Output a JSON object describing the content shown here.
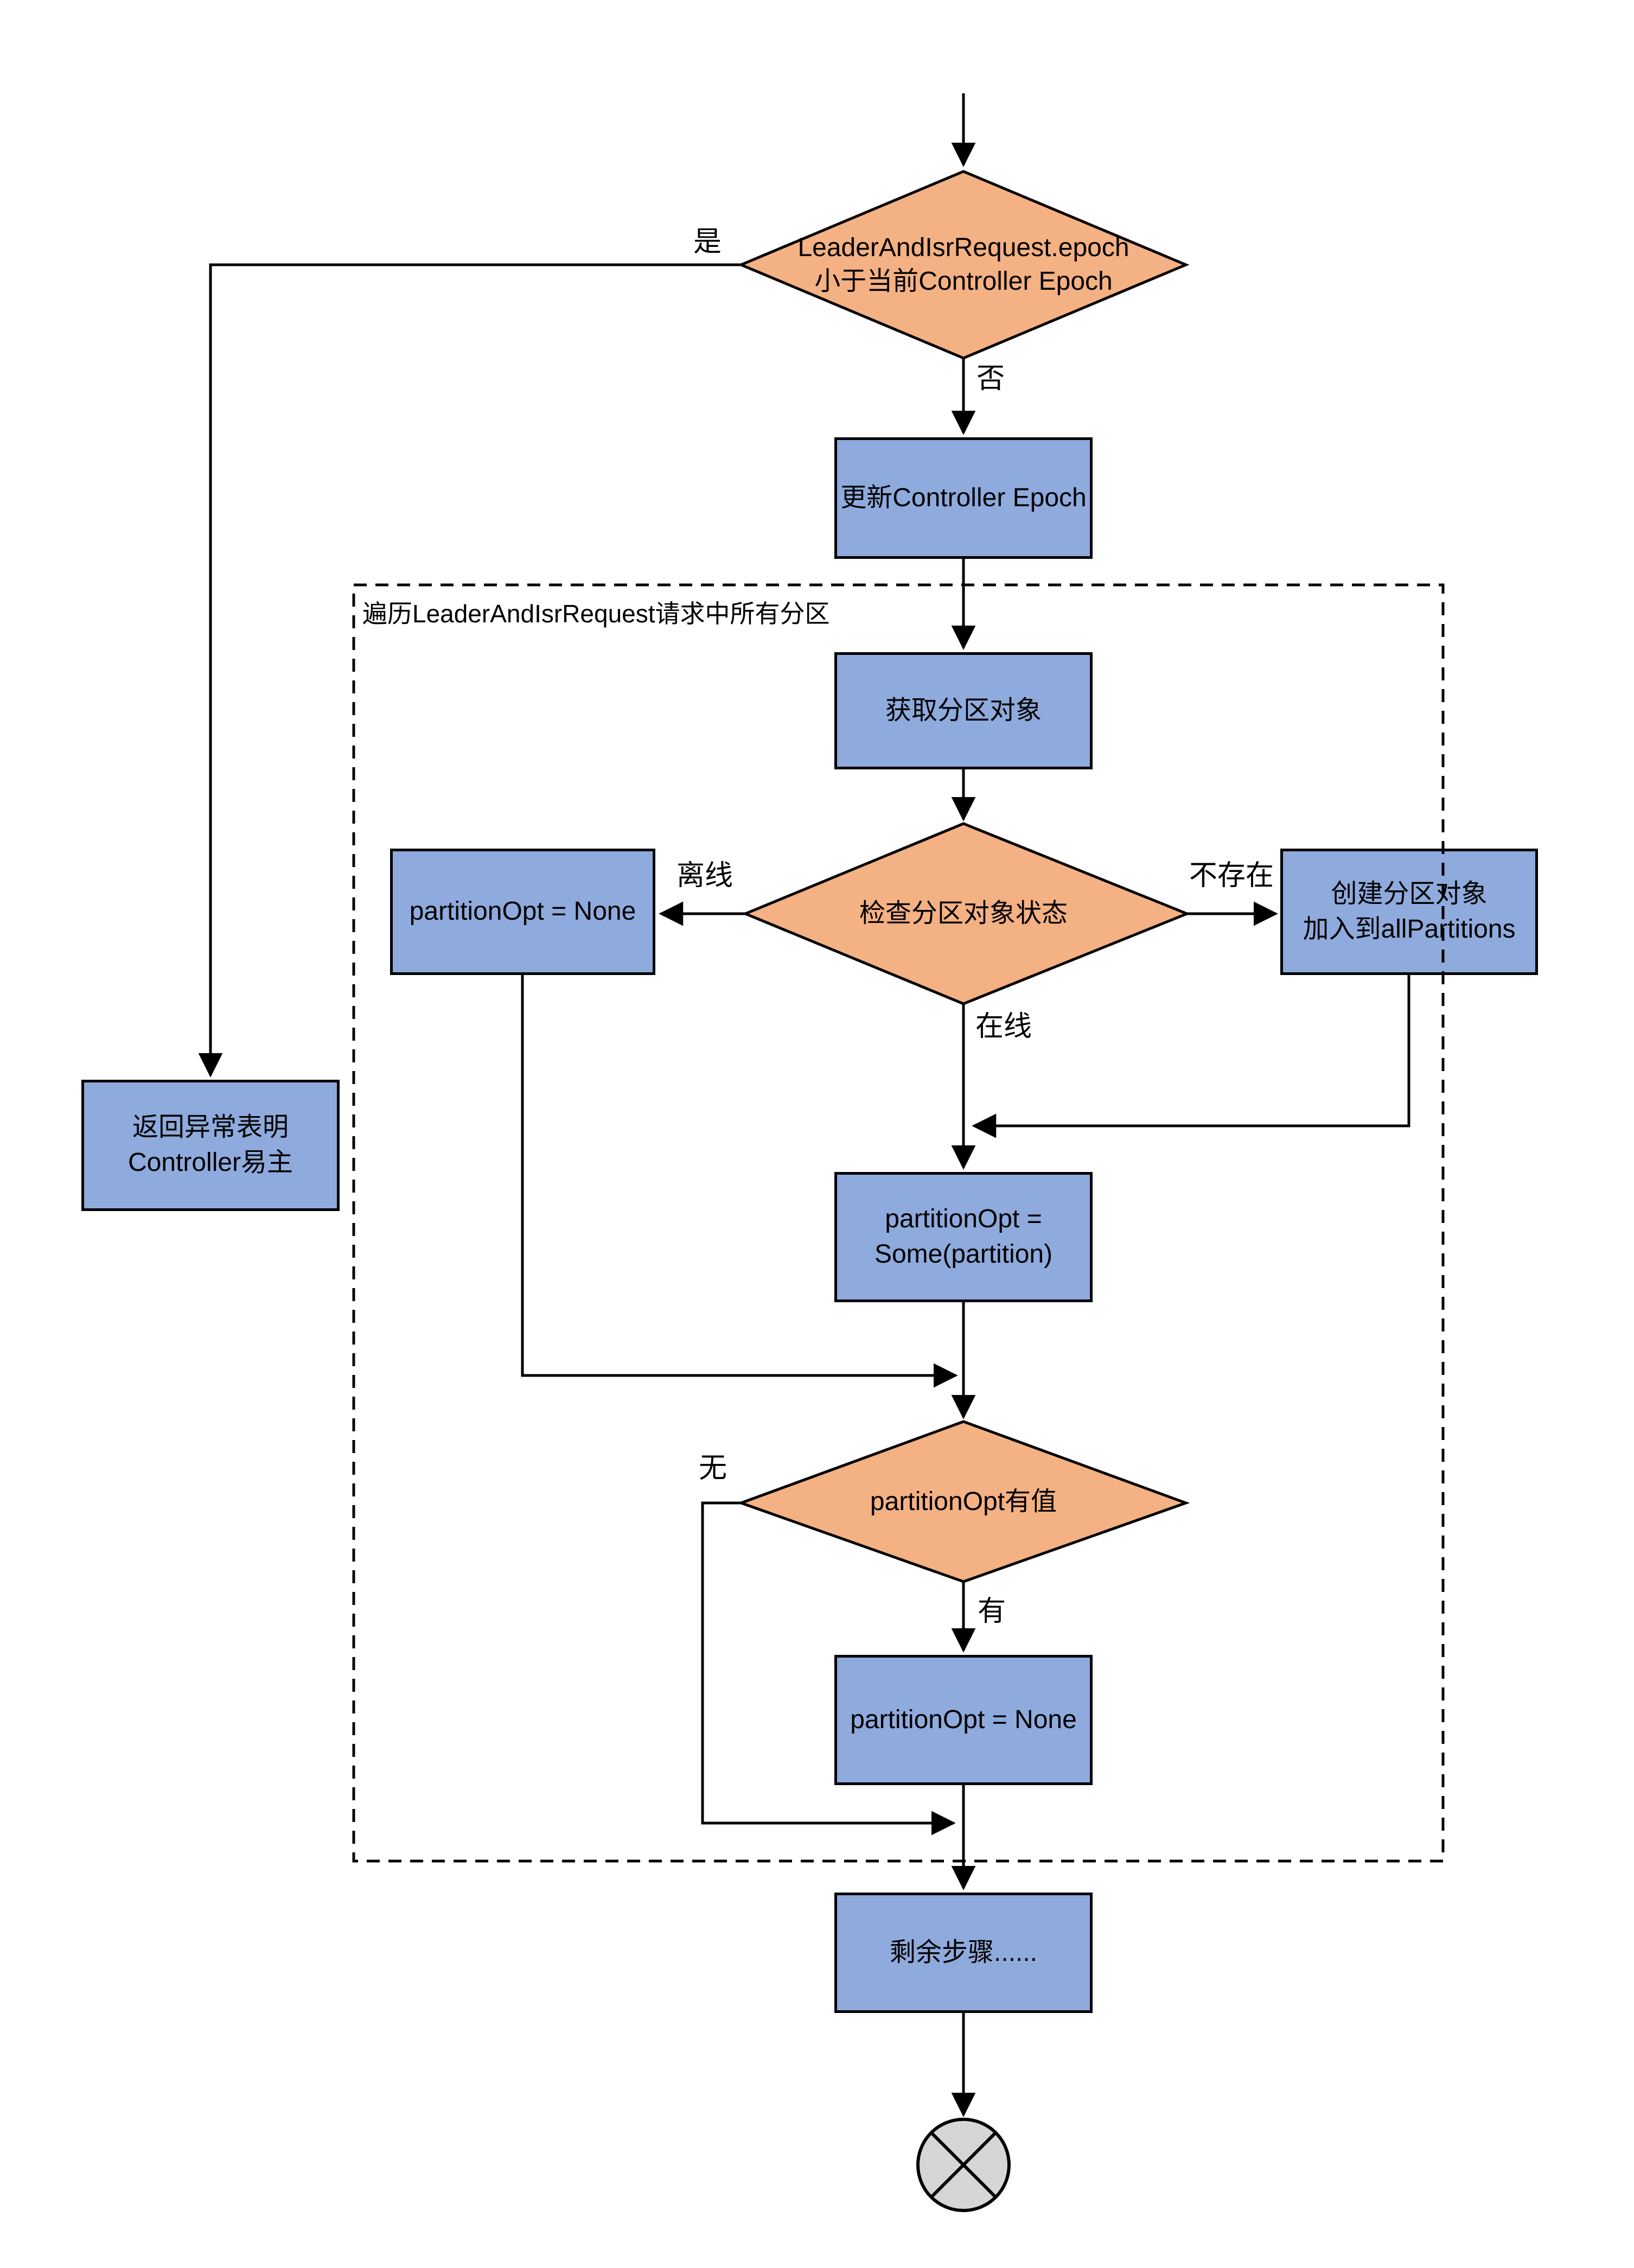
{
  "colors": {
    "decision_fill": "#F4B183",
    "process_fill": "#8FAADC",
    "terminator_fill": "#D6D6D6",
    "stroke": "#000000"
  },
  "nodes": {
    "epoch_check": {
      "type": "decision",
      "label": "LeaderAndIsrRequest.epoch\n小于当前Controller Epoch"
    },
    "update_epoch": {
      "type": "process",
      "label": "更新Controller Epoch"
    },
    "return_exception": {
      "type": "process",
      "label": "返回异常表明\nController易主"
    },
    "loop_container": {
      "type": "container",
      "label": "遍历LeaderAndIsrRequest请求中所有分区"
    },
    "get_partition": {
      "type": "process",
      "label": "获取分区对象"
    },
    "check_partition_state": {
      "type": "decision",
      "label": "检查分区对象状态"
    },
    "partitionopt_none_left": {
      "type": "process",
      "label": "partitionOpt = None"
    },
    "create_partition": {
      "type": "process",
      "label": "创建分区对象\n加入到allPartitions"
    },
    "partitionopt_some": {
      "type": "process",
      "label": "partitionOpt =\nSome(partition)"
    },
    "partitionopt_has_value": {
      "type": "decision",
      "label": "partitionOpt有值"
    },
    "partitionopt_none_bottom": {
      "type": "process",
      "label": "partitionOpt = None"
    },
    "remaining_steps": {
      "type": "process",
      "label": "剩余步骤......"
    },
    "end_terminator": {
      "type": "terminator",
      "label": ""
    }
  },
  "edge_labels": {
    "yes": "是",
    "no": "否",
    "offline": "离线",
    "not_exists": "不存在",
    "online": "在线",
    "none": "无",
    "has": "有"
  }
}
